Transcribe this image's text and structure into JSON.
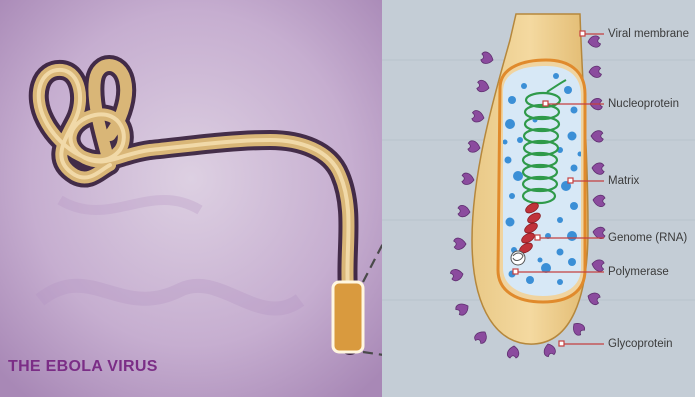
{
  "caption": "THE EBOLA VIRUS",
  "labels": {
    "viral_membrane": "Viral membrane",
    "nucleoprotein": "Nucleoprotein",
    "matrix": "Matrix",
    "genome": "Genome (RNA)",
    "polymerase": "Polymerase",
    "glycoprotein": "Glycoprotein"
  },
  "colors": {
    "left_background": "#c9b3d1",
    "right_background": "#c4cdd6",
    "virus_body": "#e6c37e",
    "membrane_orange": "#e08a2c",
    "matrix_blue": "#3b8fd6",
    "nucleoprotein_green": "#2f9a4a",
    "genome_red": "#c0323a",
    "glycoprotein_purple": "#8b4b9e",
    "caption_purple": "#7b2d86",
    "leader_line": "#c44040"
  }
}
